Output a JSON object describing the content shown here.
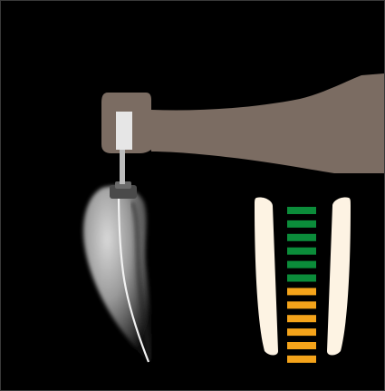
{
  "colors": {
    "background": "#000000",
    "handpiece": "#7b6c62",
    "apex_gauge_walls": "#fdf3e3",
    "segment_ok": "#0b8c3a",
    "segment_warn": "#f4a31a"
  },
  "icons": {
    "handpiece": "endo-motor-handpiece-icon",
    "xray": "tooth-xray-with-file-icon",
    "gauge": "apex-locator-gauge-icon"
  },
  "apex_gauge": {
    "segments": [
      {
        "state": "ok"
      },
      {
        "state": "ok"
      },
      {
        "state": "ok"
      },
      {
        "state": "ok"
      },
      {
        "state": "ok"
      },
      {
        "state": "ok"
      },
      {
        "state": "warn"
      },
      {
        "state": "warn"
      },
      {
        "state": "warn"
      },
      {
        "state": "warn"
      },
      {
        "state": "warn"
      },
      {
        "state": "warn"
      }
    ]
  }
}
